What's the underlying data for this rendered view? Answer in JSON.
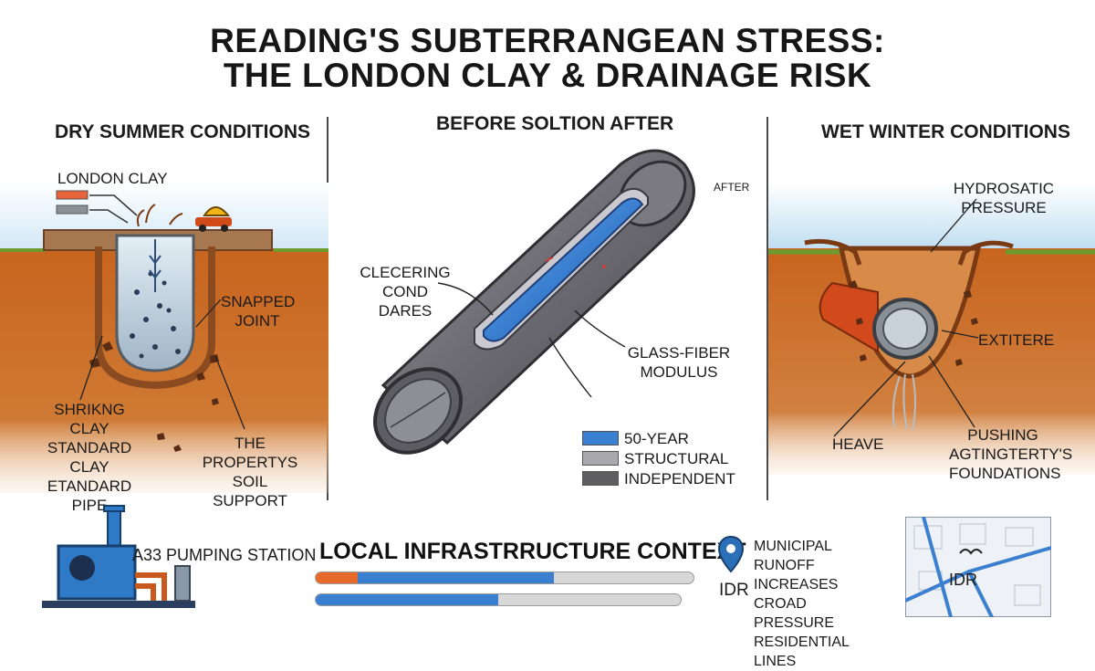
{
  "title": {
    "line1": "READING'S SUBTERRANGEAN STRESS:",
    "line2": "THE LONDON CLAY & DRAINAGE RISK"
  },
  "left_panel": {
    "heading": "DRY SUMMER CONDITIONS",
    "london_clay": "LONDON CLAY",
    "snapped_joint": "SNAPPED JOINT",
    "shrinking_clay": "SHRIKNG CLAY STANDARD CLAY ETANDARD PIPE",
    "soil_support": "THE PROPERTYS SOIL SUPPORT"
  },
  "center_panel": {
    "heading": "BEFORE SOLTION AFTER",
    "after_tag": "AFTER",
    "callout_left": "CLECERING COND DARES",
    "callout_right": "GLASS-FIBER MODULUS",
    "legend": [
      {
        "label": "50-YEAR",
        "color": "#3b7fd0"
      },
      {
        "label": "STRUCTURAL",
        "color": "#a8a8ad"
      },
      {
        "label": "INDEPENDENT",
        "color": "#5e5e62"
      }
    ]
  },
  "right_panel": {
    "heading": "WET WINTER CONDITIONS",
    "hydrostatic": "HYDROSATIC PRESSURE",
    "extere": "EXTITERE",
    "heave": "HEAVE",
    "pushing": "PUSHING AGTINGTERTY'S FOUNDATIONS"
  },
  "footer": {
    "pumping_station": "A33 PUMPING STATION",
    "context_title": "LOCAL INFRASTRRUCTURE CONTEXT",
    "bar1": {
      "orange": 0.11,
      "blue": 0.63
    },
    "bar2": {
      "orange": 0.0,
      "blue": 0.5
    },
    "pin_label": "IDR",
    "runoff": "MUNICIPAL RUNOFF INCREASES CROAD PRESSURE RESIDENTIAL LINES",
    "map_label": "IDR"
  },
  "colors": {
    "clay": "#c8641e",
    "sky": "#cfe6f5",
    "grass": "#6c9a2c",
    "pipe_blue": "#3b7fd0",
    "pipe_grey": "#707075",
    "orange_pipe": "#d24a1c"
  }
}
